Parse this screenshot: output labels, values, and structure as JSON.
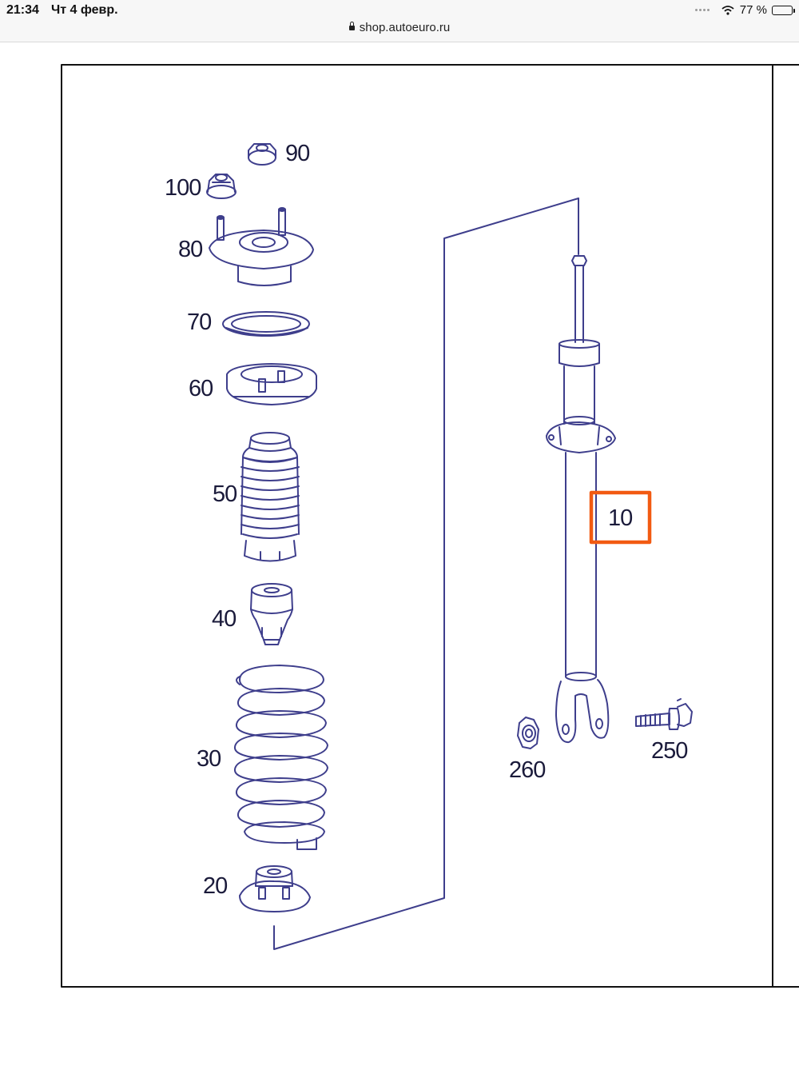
{
  "status_bar": {
    "time": "21:34",
    "date": "Чт 4 февр.",
    "url": "shop.autoeuro.ru",
    "battery_text": "77 %",
    "battery_level": 0.77
  },
  "diagram": {
    "callouts": {
      "p90": "90",
      "p100": "100",
      "p80": "80",
      "p70": "70",
      "p60": "60",
      "p50": "50",
      "p40": "40",
      "p30": "30",
      "p20": "20",
      "p10": "10",
      "p260": "260",
      "p250": "250"
    },
    "highlight_color": "#f25a12",
    "line_color": "#3e3e8c"
  }
}
